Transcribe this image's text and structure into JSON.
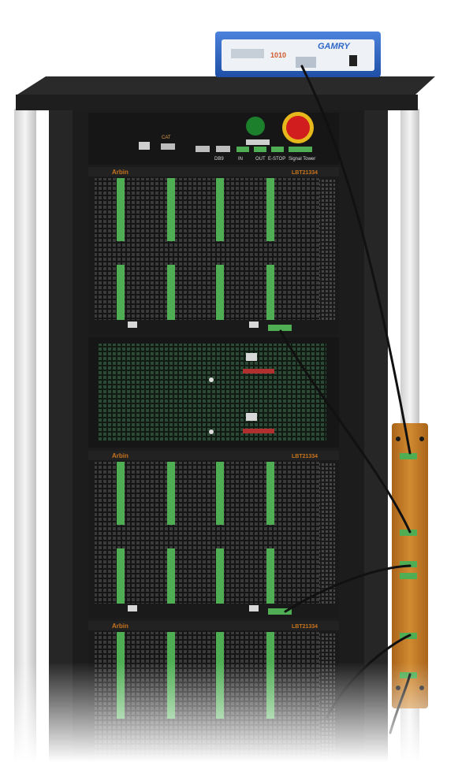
{
  "gamry": {
    "brand": "GAMRY",
    "model": "1010"
  },
  "rack": {
    "front_labels": [
      "CAT",
      "DB9",
      "IN",
      "OUT",
      "E-STOP",
      "Signal Tower"
    ]
  },
  "modules": [
    {
      "brand": "Arbin",
      "model": "LBT21334"
    },
    {
      "brand": "Arbin",
      "model": "LBT21334"
    },
    {
      "brand": "Arbin",
      "model": "LBT21334"
    }
  ],
  "colors": {
    "rack_frame": "#1c1c1c",
    "rack_top": "#202020",
    "rails": "#e6e6e6",
    "gamry_blue": "#2f67c9",
    "arbin_orange": "#c8741e",
    "terminal_green": "#4fae54",
    "estop_red": "#d11d1d",
    "estop_ring": "#e6b81c",
    "start_green": "#1b7f2b",
    "bracket": "#c27d22"
  }
}
